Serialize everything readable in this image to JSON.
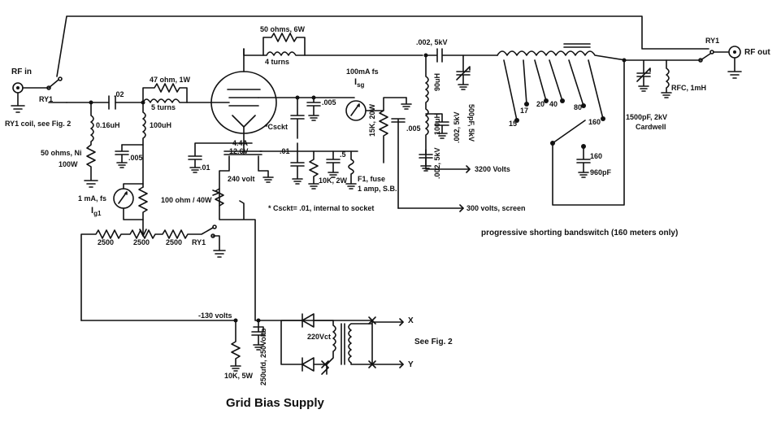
{
  "labels": {
    "rf_in": "RF in",
    "ry1_in": "RY1",
    "ry1_coil": "RY1 coil, see Fig. 2",
    "l016": "0.16uH",
    "r50ni_a": "50 ohms, Ni",
    "r50ni_b": "100W",
    "c02": ".02",
    "r47": "47 ohm, 1W",
    "turns5": "5 turns",
    "l100": "100uH",
    "c005a": ".005",
    "m1ma": "1 mA, fs",
    "ig1": "I",
    "ig1_sub": "g1",
    "r100ohm": "100 ohm / 40W",
    "r2500a": "2500",
    "r2500b": "2500",
    "r2500c": "2500",
    "ry1_bias": "RY1",
    "r50w6": "50 ohms, 6W",
    "turns4": "4 turns",
    "csckt": "Csckt",
    "csckt_star": "*",
    "c005b": ".005",
    "c01a": ".01",
    "c01b": ".01",
    "fil44": "4.4A",
    "fil126": "12.6V",
    "v240": "240 volt",
    "c5": ".5",
    "r10k2w": "10K, 2W",
    "f1a": "F1, fuse",
    "f1b": "1 amp, S.B.",
    "m100ma": "100mA fs",
    "isg": "I",
    "isg_sub": "sg",
    "r15k": "15K, 20W",
    "c005c": ".005",
    "v300": "300 volts, screen",
    "csckt_note": "Csckt= .01, internal to socket",
    "csckt_note_star": "*",
    "c002_5kv_top": ".002, 5kV",
    "l90": "90uH",
    "l100b": "100uH",
    "c002_5kv_a": ".002, 5kV",
    "c002_5kv_b": ".002, 5kV",
    "v3200": "3200 Volts",
    "c500": "500pF, 5kV",
    "t15": "15",
    "t17": "17",
    "t20": "20",
    "t40": "40",
    "t80": "80",
    "t160a": "160",
    "t160b": "160",
    "c960": "960pF",
    "c1500a": "1500pF, 2kV",
    "c1500b": "Cardwell",
    "rfc": "RFC, 1mH",
    "ry1_out": "RY1",
    "rf_out": "RF out",
    "bandswitch": "progressive shorting bandswitch (160 meters only)",
    "v130": "-130 volts",
    "r10k5w": "10K, 5W",
    "c250": "250ufd, 250Volts",
    "v220": "220Vct",
    "x": "X",
    "y": "Y",
    "fig2": "See Fig. 2",
    "gbs": "Grid Bias Supply"
  }
}
